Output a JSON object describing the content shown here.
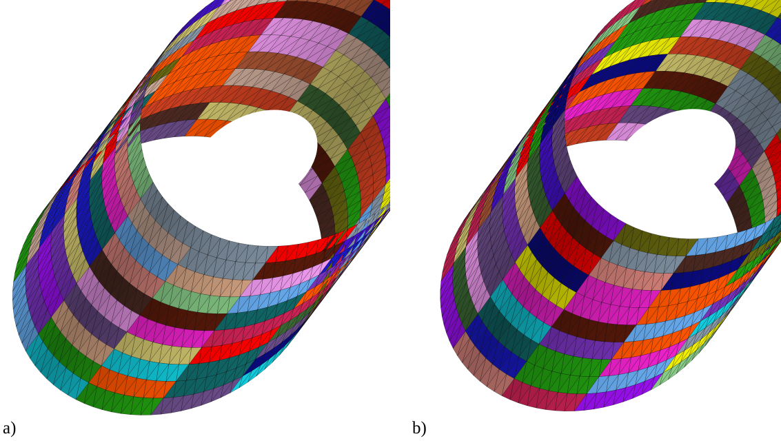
{
  "panels": [
    {
      "id": "a",
      "label": "a)",
      "description_colors": {
        "rings": 10,
        "segments": 12
      },
      "palette": [
        "#ff0000",
        "#ee22cc",
        "#9910ee",
        "#4411cc",
        "#ff5500",
        "#d04020",
        "#4d2a22",
        "#7733bb",
        "#ccaa99",
        "#88cc88",
        "#22a010",
        "#d4c870",
        "#5a1a0a",
        "#1a1acc",
        "#f0f000",
        "#6a6a10",
        "#8899aa",
        "#66aaee",
        "#3a6633",
        "#0a0a80",
        "#cc2255",
        "#6a4c88",
        "#ee99ee",
        "#e08880",
        "#11ccdd",
        "#116666",
        "#aa5533",
        "#ddaa88"
      ]
    },
    {
      "id": "b",
      "label": "b)",
      "description_colors": {
        "rings": 10,
        "segments": 12
      },
      "palette": [
        "#ff0000",
        "#ee22cc",
        "#9910ee",
        "#4411cc",
        "#ff5500",
        "#d04020",
        "#4d2a22",
        "#7733bb",
        "#ccaa99",
        "#88cc88",
        "#22a010",
        "#d4c870",
        "#5a1a0a",
        "#1a1acc",
        "#f0f000",
        "#6a6a10",
        "#8899aa",
        "#66aaee",
        "#3a6633",
        "#0a0a80",
        "#cc2255",
        "#6a4c88",
        "#ee99ee",
        "#e08880",
        "#11ccdd",
        "#116666",
        "#aa5533",
        "#ddaa88"
      ]
    }
  ]
}
